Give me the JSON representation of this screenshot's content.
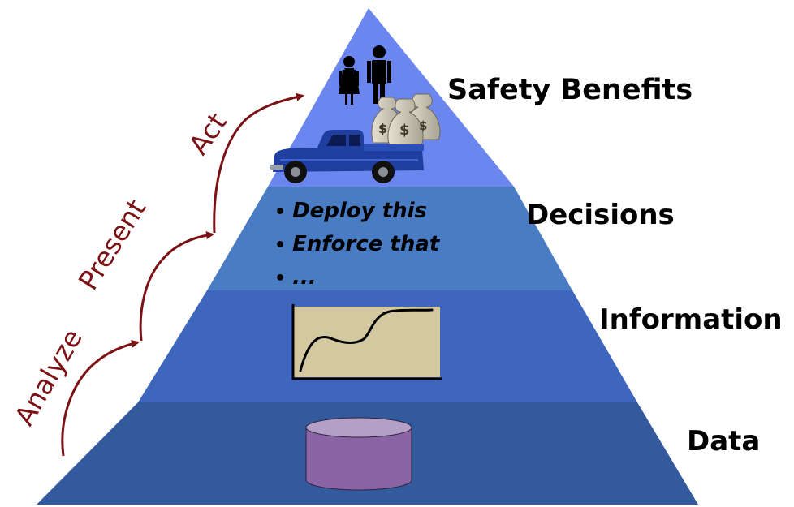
{
  "pyramid": {
    "levels": [
      {
        "label": "Safety Benefits"
      },
      {
        "label": "Decisions"
      },
      {
        "label": "Information"
      },
      {
        "label": "Data"
      }
    ],
    "decisions_bullets": [
      "Deploy this",
      "Enforce that",
      "..."
    ]
  },
  "process_steps": [
    "Analyze",
    "Present",
    "Act"
  ],
  "icons": [
    "people-icon",
    "money-bags-icon",
    "pickup-truck-icon",
    "line-chart-icon",
    "database-cylinder-icon"
  ],
  "colors": {
    "tier_safety_benefits": "#6b86ef",
    "tier_decisions": "#4a7cc4",
    "tier_information": "#3e66bd",
    "tier_data": "#345a9e",
    "arrows": "#7b1114",
    "chart_background": "#d3c8a0",
    "database": "#8a64a4",
    "truck": "#1f3fa0",
    "money_bags": "#c9c3b0"
  }
}
